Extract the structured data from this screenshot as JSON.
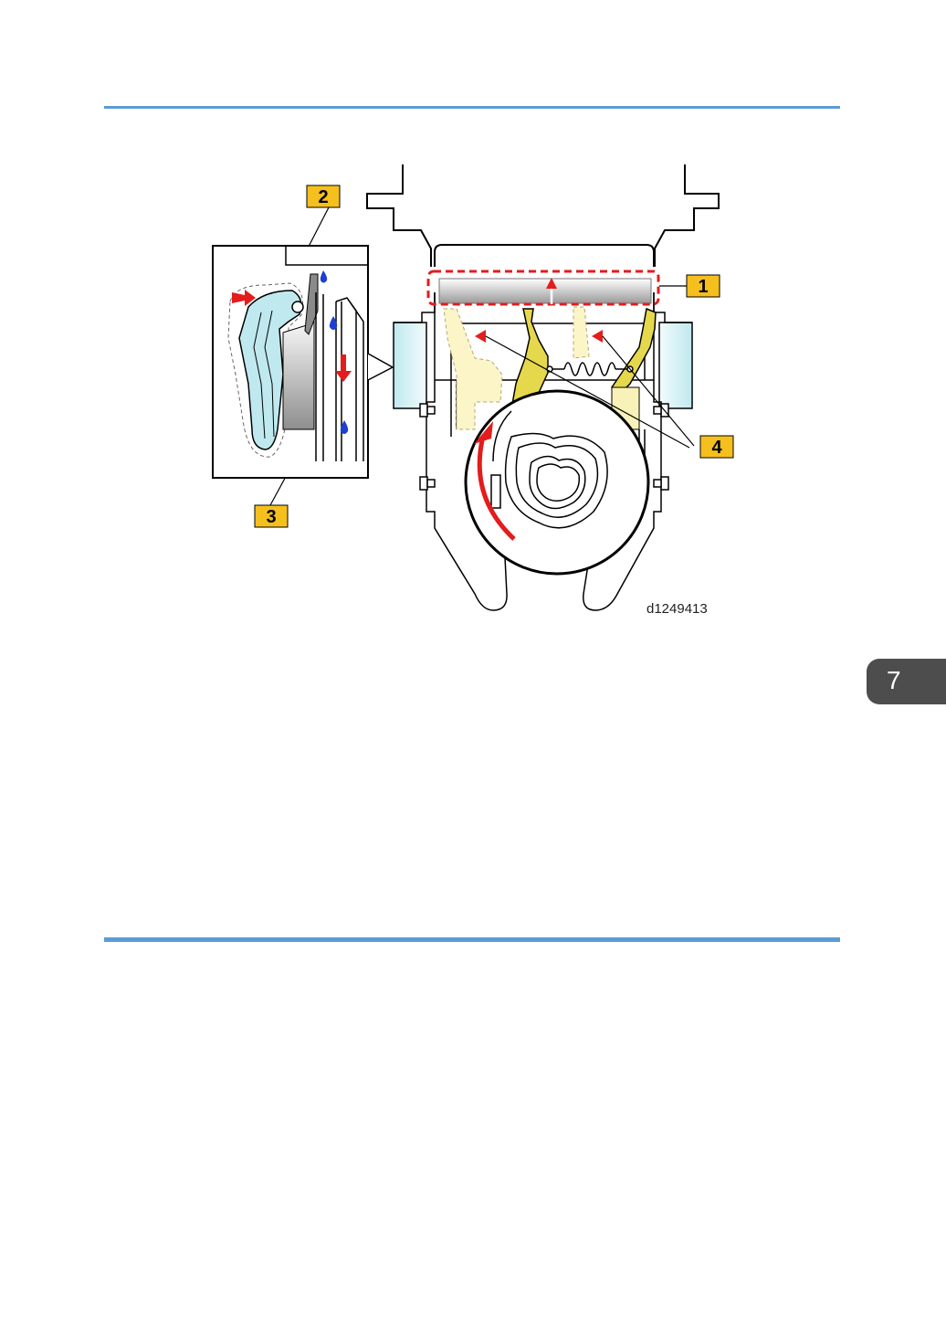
{
  "figure": {
    "code": "d1249413",
    "callouts": [
      "1",
      "2",
      "3",
      "4"
    ]
  },
  "chapter_tab": "7",
  "colors": {
    "rule": "#5b9bd5",
    "callout_bg": "#f5bf1e",
    "arrow": "#ee1c1c",
    "drop": "#1f3fd0",
    "yellow_part": "#e6d84c",
    "cyan_part": "#bfe9ef"
  }
}
